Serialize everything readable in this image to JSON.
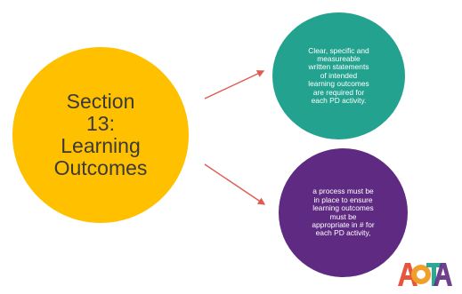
{
  "main": {
    "title": "Section\n13:\nLearning\nOutcomes"
  },
  "outcomes": [
    {
      "text": "Clear, specific and\nmeasureable\nwritten statements\nof intended\nlearning outcomes\nare required for\neach PD activity."
    },
    {
      "text": "a process must be\nin place to ensure\nlearning outcomes\nmust be\nappropriate in # for\neach PD activity,"
    }
  ],
  "colors": {
    "main_circle": "#ffc000",
    "top_circle": "#23a38f",
    "bottom_circle": "#5f2b82",
    "arrow": "#e05a4f"
  },
  "logo": {
    "text": "AOTA",
    "colors": [
      "#e8553e",
      "#f0a02a",
      "#23a38f",
      "#5f2b82"
    ]
  }
}
